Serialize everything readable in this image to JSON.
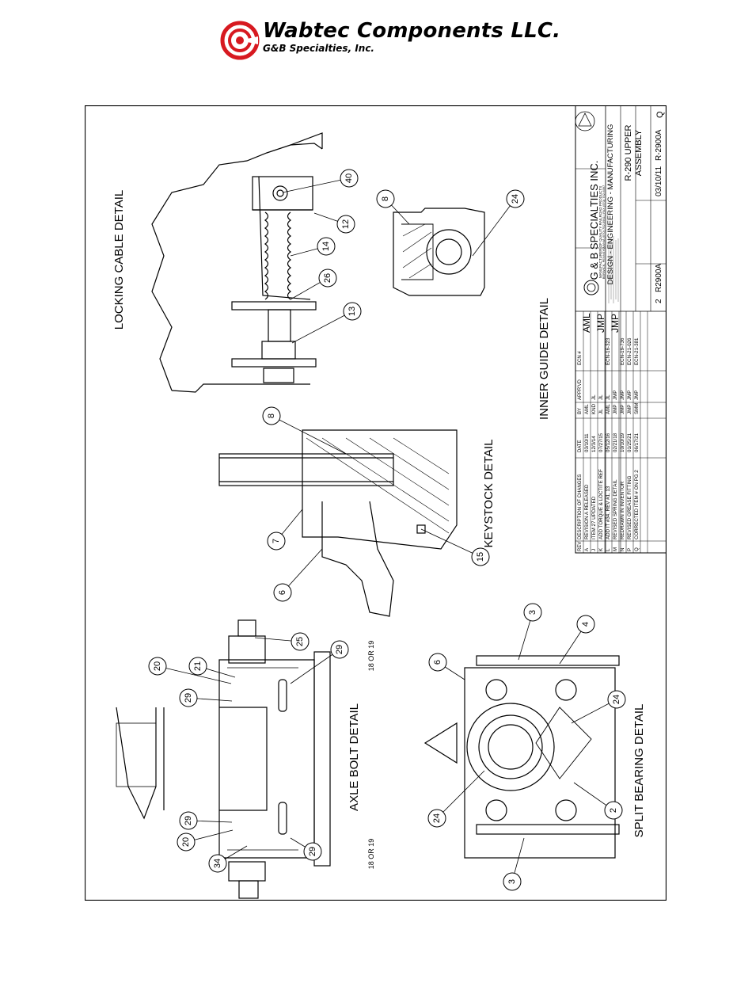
{
  "header": {
    "company_name": "Wabtec Components LLC.",
    "company_sub": "G&B Specialties, Inc."
  },
  "details": {
    "locking_cable": "LOCKING CABLE DETAIL",
    "inner_guide": "INNER GUIDE DETAIL",
    "keystock": "KEYSTOCK DETAIL",
    "axle_bolt": "AXLE BOLT DETAIL",
    "split_bearing": "SPLIT BEARING DETAIL"
  },
  "balloons": {
    "b40": "40",
    "b12": "12",
    "b14": "14",
    "b26": "26",
    "b13": "13",
    "b8a": "8",
    "b24a": "24",
    "b8b": "8",
    "b7": "7",
    "b6a": "6",
    "b15": "15",
    "b25": "25",
    "b21": "21",
    "b20a": "20",
    "b29a": "29",
    "b29b": "29",
    "b29c": "29",
    "b20b": "20",
    "b34": "34",
    "b29d": "29",
    "b6b": "6",
    "b3a": "3",
    "b4": "4",
    "b24b": "24",
    "b24c": "24",
    "b2": "2",
    "b3b": "3"
  },
  "axle_notes": {
    "top": "18 OR 19",
    "bottom": "18 OR 19"
  },
  "title_block": {
    "company": "G & B SPECIALTIES INC.",
    "tagline": "MANUFACTURER OF QUALITY RAILROAD PRODUCTS",
    "address": "BERWICK, PENNSYLVANIA (570) 752-5901 | FAX (570) 752-6397",
    "design_line": "DESIGN - ENGINEERING - MANUFACTURING",
    "title_1": "R-290 UPPER",
    "title_2": "ASSEMBLY",
    "initials_1": "AML",
    "initials_2": "JMP",
    "initials_3": "JMP",
    "sheet_no": "2",
    "dwg_no": "R2900A",
    "date": "03/10/11",
    "part_no": "R-2900A",
    "revision": "Q",
    "col_rev": "REV",
    "col_desc": "DESCRIPTION OF CHANGES",
    "col_date": "DATE",
    "col_by": "BY",
    "col_apprvd": "APPR'VD",
    "col_ecn": "ECN #",
    "revisions": [
      {
        "rev": "A",
        "desc": "REVISION A RELEASED",
        "date": "03/10/11",
        "by": "AML",
        "apprvd": "",
        "ecn": ""
      },
      {
        "rev": "J",
        "desc": "ITEM 27 UPDATED",
        "date": "12/3/14",
        "by": "KND",
        "apprvd": "JL",
        "ecn": ""
      },
      {
        "rev": "K",
        "desc": "ADD TORQUE & LOCTITE REF",
        "date": "07/27/15",
        "by": "JL",
        "apprvd": "JL",
        "ecn": ""
      },
      {
        "rev": "L",
        "desc": "ADD IT #34, REV #1, 13",
        "date": "05/12/16",
        "by": "AML",
        "apprvd": "JL",
        "ecn": "ECN-16-323"
      },
      {
        "rev": "M",
        "desc": "REVISED SPRING DETAIL",
        "date": "02/21/18",
        "by": "JMP",
        "apprvd": "JMP",
        "ecn": ""
      },
      {
        "rev": "N",
        "desc": "REDRAWN IN INVENTOR",
        "date": "10/10/19",
        "by": "JMP",
        "apprvd": "JMP",
        "ecn": "ECN-19-736"
      },
      {
        "rev": "P",
        "desc": "REVISED GREASE FITTING",
        "date": "01/25/21",
        "by": "JMP",
        "apprvd": "JMP",
        "ecn": "ECN-21-026"
      },
      {
        "rev": "Q",
        "desc": "CORRECTED ITEM # ON PG 2",
        "date": "06/17/21",
        "by": "SMM",
        "apprvd": "JMP",
        "ecn": "ECN-21-381"
      }
    ]
  }
}
